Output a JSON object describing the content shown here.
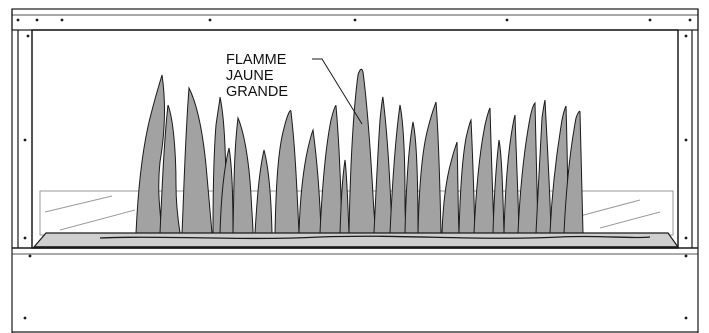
{
  "callout": {
    "lines": [
      "FLAMME",
      "JAUNE",
      "GRANDE"
    ]
  },
  "colors": {
    "flame_fill": "#a2a2a2",
    "outline": "#1a1a1a",
    "glass": "#9a9a9a",
    "embers": "#cfcfcf",
    "background": "#ffffff"
  }
}
